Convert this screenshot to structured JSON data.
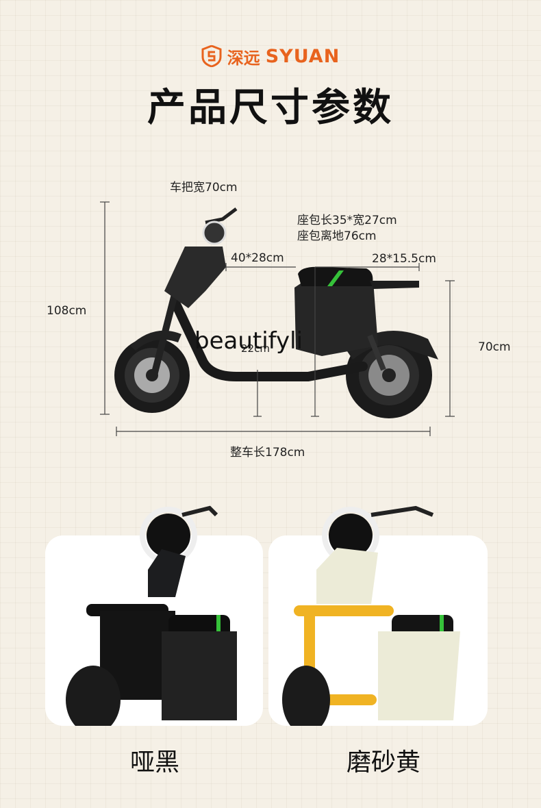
{
  "brand": {
    "name_cn": "深远",
    "name_en": "SYUAN"
  },
  "title": "产品尺寸参数",
  "dimensions": {
    "handlebar_width": "车把宽70cm",
    "seat_size": "座包长35*宽27cm",
    "seat_height": "座包离地76cm",
    "front_basket": "40*28cm",
    "rear_rack": "28*15.5cm",
    "total_height": "108cm",
    "ground_clearance": "22cm",
    "rear_height": "70cm",
    "total_length": "整车长178cm"
  },
  "watermark": "beautifyli",
  "colors": [
    {
      "name": "哑黑",
      "body": "#1c1d1f",
      "accent": "#36c23a"
    },
    {
      "name": "磨砂黄",
      "body": "#ecebd7",
      "accent": "#f0b323"
    }
  ],
  "theme": {
    "brand_orange": "#e8631e",
    "background": "#f5f0e6"
  }
}
